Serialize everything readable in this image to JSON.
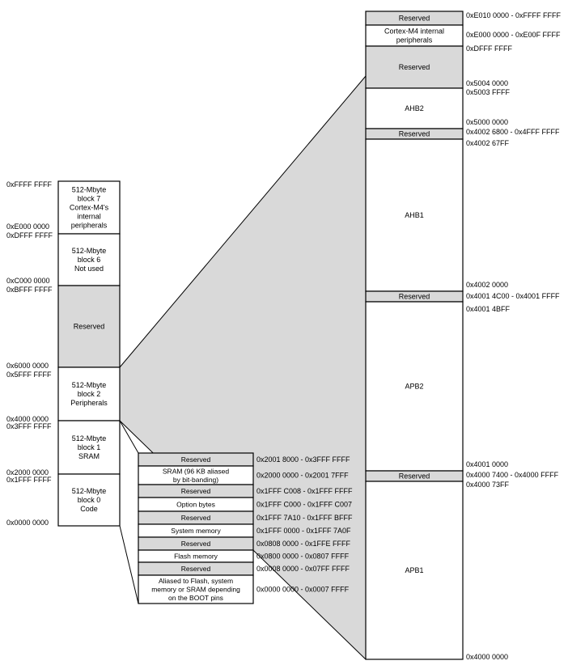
{
  "colors": {
    "reserved_fill": "#d9d9d9",
    "plain_fill": "#ffffff",
    "stroke": "#000000",
    "zoom_fill": "#d9d9d9"
  },
  "left_column": {
    "blocks": [
      {
        "lines": [
          "512-Mbyte",
          "block 7",
          "Cortex-M4's",
          "internal",
          "peripherals"
        ],
        "reserved": false
      },
      {
        "lines": [
          "512-Mbyte",
          "block 6",
          "Not used"
        ],
        "reserved": false
      },
      {
        "lines": [
          "Reserved"
        ],
        "reserved": true
      },
      {
        "lines": [
          "512-Mbyte",
          "block 2",
          "Peripherals"
        ],
        "reserved": false
      },
      {
        "lines": [
          "512-Mbyte",
          "block 1",
          "SRAM"
        ],
        "reserved": false
      },
      {
        "lines": [
          "512-Mbyte",
          "block 0",
          "Code"
        ],
        "reserved": false
      }
    ],
    "addresses": [
      [
        "0xFFFF FFFF"
      ],
      [
        "0xE000 0000",
        "0xDFFF FFFF"
      ],
      [
        "0xC000 0000",
        "0xBFFF FFFF"
      ],
      [
        "0x6000 0000",
        "0x5FFF FFFF"
      ],
      [
        "0x4000 0000",
        "0x3FFF FFFF"
      ],
      [
        "0x2000 0000",
        "0x1FFF FFFF"
      ],
      [
        "0x0000 0000"
      ]
    ]
  },
  "middle_column": {
    "rows": [
      {
        "lines": [
          "Reserved"
        ],
        "reserved": true,
        "address": "0x2001 8000 - 0x3FFF FFFF"
      },
      {
        "lines": [
          "SRAM (96 KB aliased",
          "by bit-banding)"
        ],
        "reserved": false,
        "address": "0x2000 0000 - 0x2001 7FFF"
      },
      {
        "lines": [
          "Reserved"
        ],
        "reserved": true,
        "address": "0x1FFF C008 - 0x1FFF FFFF"
      },
      {
        "lines": [
          "Option bytes"
        ],
        "reserved": false,
        "address": "0x1FFF C000 - 0x1FFF C007"
      },
      {
        "lines": [
          "Reserved"
        ],
        "reserved": true,
        "address": "0x1FFF 7A10 - 0x1FFF BFFF"
      },
      {
        "lines": [
          "System memory"
        ],
        "reserved": false,
        "address": "0x1FFF 0000 - 0x1FFF 7A0F"
      },
      {
        "lines": [
          "Reserved"
        ],
        "reserved": true,
        "address": "0x0808 0000 - 0x1FFE FFFF"
      },
      {
        "lines": [
          "Flash memory"
        ],
        "reserved": false,
        "address": "0x0800 0000 - 0x0807 FFFF"
      },
      {
        "lines": [
          "Reserved"
        ],
        "reserved": true,
        "address": "0x0008 0000 - 0x07FF FFFF"
      },
      {
        "lines": [
          "Aliased to Flash, system",
          "memory or SRAM depending",
          "on the BOOT pins"
        ],
        "reserved": false,
        "address": "0x0000 0000 - 0x0007 FFFF"
      }
    ]
  },
  "right_column": {
    "rows": [
      {
        "lines": [
          "Reserved"
        ],
        "reserved": true
      },
      {
        "lines": [
          "Cortex-M4 internal",
          "peripherals"
        ],
        "reserved": false
      },
      {
        "lines": [
          "Reserved"
        ],
        "reserved": true
      },
      {
        "lines": [
          "AHB2"
        ],
        "reserved": false
      },
      {
        "lines": [
          "Reserved"
        ],
        "reserved": true
      },
      {
        "lines": [
          "AHB1"
        ],
        "reserved": false
      },
      {
        "lines": [
          "Reserved"
        ],
        "reserved": true
      },
      {
        "lines": [
          "APB2"
        ],
        "reserved": false
      },
      {
        "lines": [
          "Reserved"
        ],
        "reserved": true
      },
      {
        "lines": [
          "APB1"
        ],
        "reserved": false
      }
    ],
    "addresses": [
      "0xE010 0000 - 0xFFFF FFFF",
      "0xE000 0000 - 0xE00F FFFF",
      "0xDFFF FFFF",
      "0x5004 0000",
      "0x5003 FFFF",
      "0x5000 0000",
      "0x4002 6800 - 0x4FFF FFFF",
      "0x4002 67FF",
      "0x4002 0000",
      "0x4001 4C00 - 0x4001 FFFF",
      "0x4001 4BFF",
      "0x4001 0000",
      "0x4000 7400 - 0x4000 FFFF",
      "0x4000 73FF",
      "0x4000 0000"
    ]
  }
}
